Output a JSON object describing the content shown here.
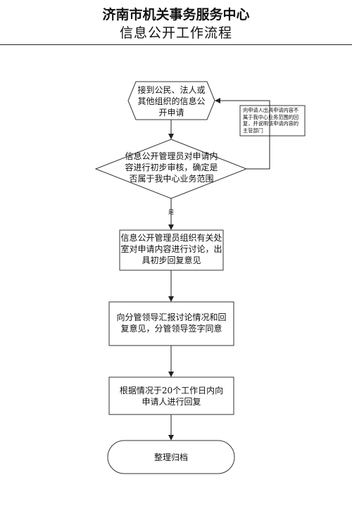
{
  "header": {
    "org": "济南市机关事务服务中心",
    "title": "信息公开工作流程"
  },
  "nodes": {
    "start": "接到公民、法人或其他组织的信息公开申请",
    "review": "信息公开管理员对申请内容进行初步审核，确定是否属于我中心业务范围",
    "discuss": "信息公开管理员组织有关处室对申请内容进行讨论，出具初步回复意见",
    "report": "向分管领导汇报讨论情况和回复意见，分管领导签字同意",
    "reply": "根据情况于20个工作日内向申请人进行回复",
    "archive": "整理归档"
  },
  "side_note": "向申请人出具申请内容不属于我中心业务范围的回复，并说明该申请内容的主管部门",
  "edge_labels": {
    "yes": "是"
  }
}
